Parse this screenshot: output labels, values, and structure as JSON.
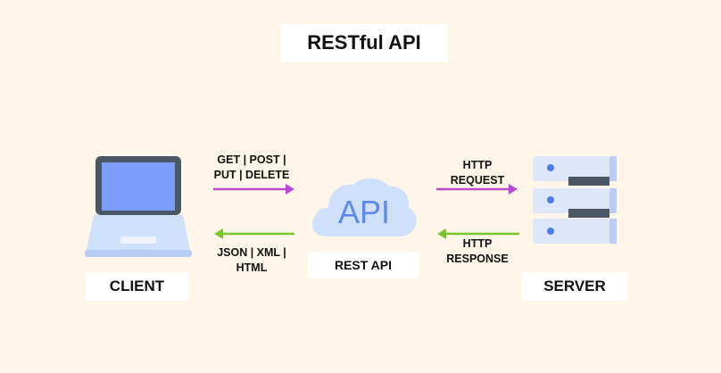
{
  "title": "RESTful API",
  "client": {
    "label": "CLIENT"
  },
  "server": {
    "label": "SERVER"
  },
  "api": {
    "cloud_text": "API",
    "label": "REST API"
  },
  "client_request": {
    "line1": "GET | POST |",
    "line2": "PUT | DELETE"
  },
  "client_response": {
    "line1": "JSON | XML |",
    "line2": "HTML"
  },
  "server_request": {
    "line1": "HTTP",
    "line2": "REQUEST"
  },
  "server_response": {
    "line1": "HTTP",
    "line2": "RESPONSE"
  },
  "colors": {
    "background": "#fff5e8",
    "request_arrow": "#b84ad0",
    "response_arrow": "#7bc62d",
    "laptop_screen": "#7c9dfb",
    "cloud": "#cfe0fb",
    "cloud_text": "#5f88ec"
  }
}
